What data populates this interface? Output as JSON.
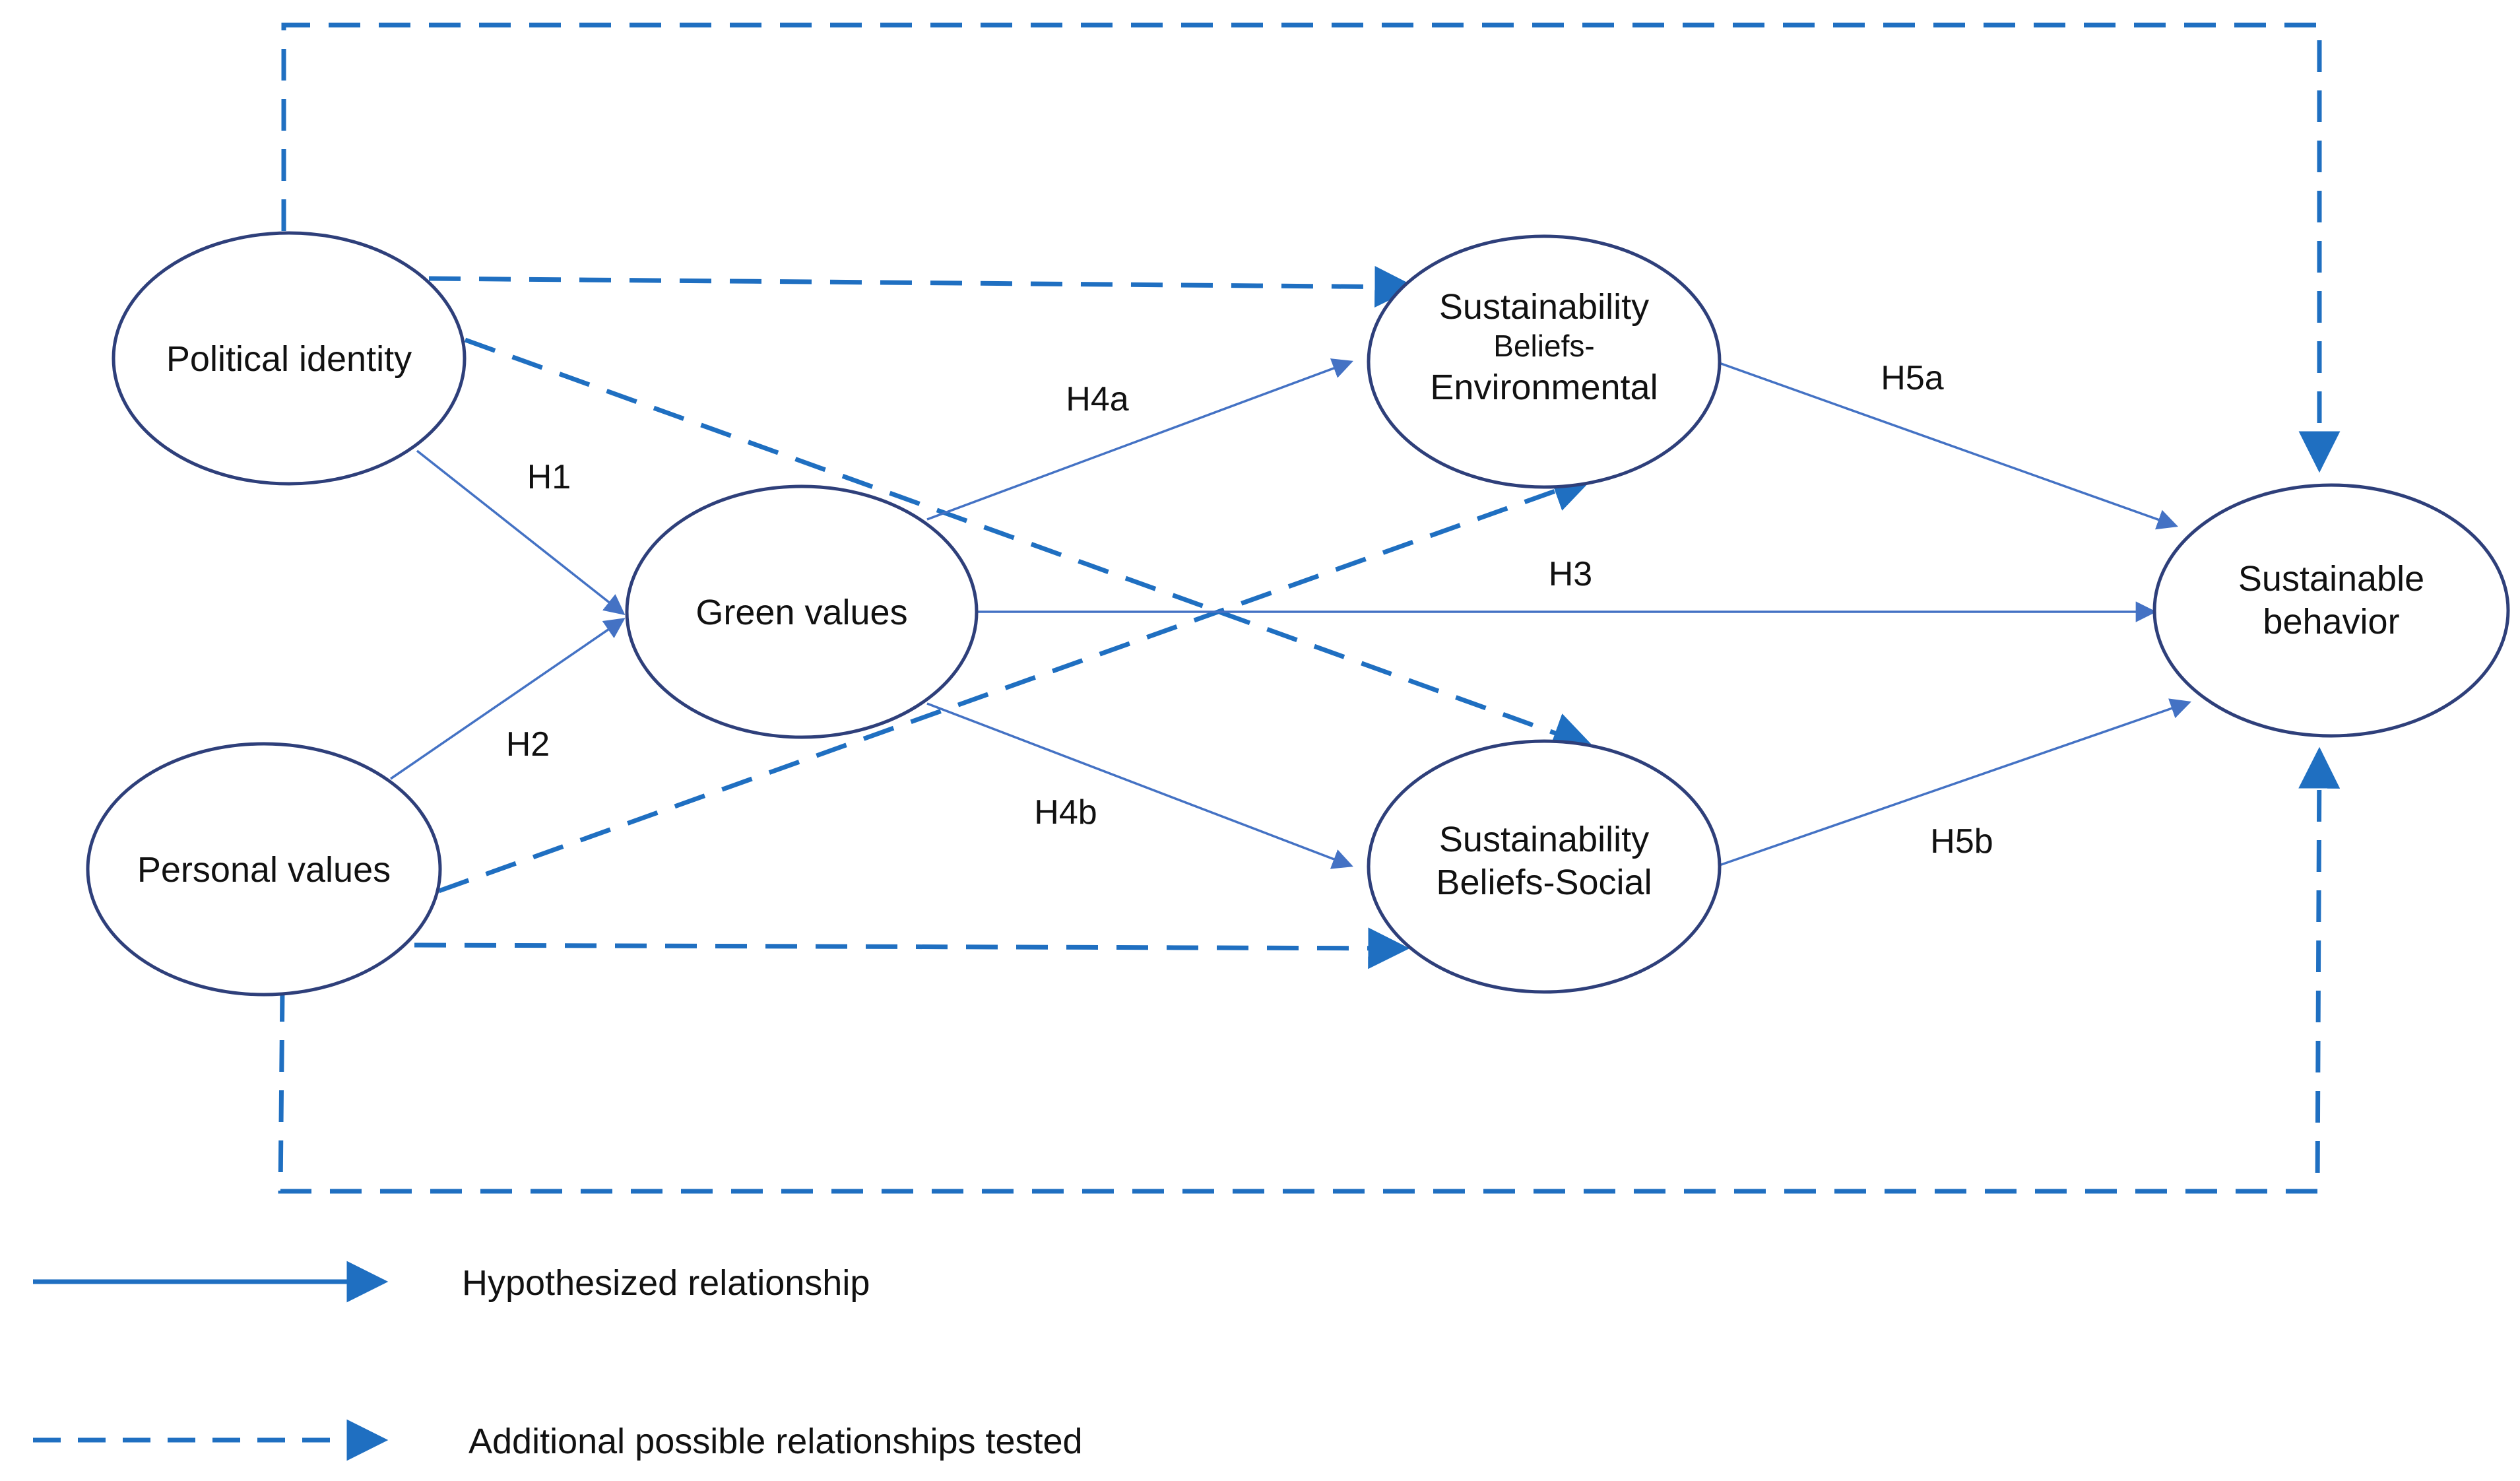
{
  "nodes": {
    "political_identity": "Political identity",
    "personal_values": "Personal values",
    "green_values": "Green values",
    "beliefs_environmental_line1": "Sustainability",
    "beliefs_environmental_line2": "Beliefs-",
    "beliefs_environmental_line3": "Environmental",
    "beliefs_social_line1": "Sustainability",
    "beliefs_social_line2": "Beliefs-Social",
    "sustainable_behavior_line1": "Sustainable",
    "sustainable_behavior_line2": "behavior"
  },
  "edges": {
    "h1": "H1",
    "h2": "H2",
    "h3": "H3",
    "h4a": "H4a",
    "h4b": "H4b",
    "h5a": "H5a",
    "h5b": "H5b"
  },
  "legend": {
    "hypothesized": "Hypothesized relationship",
    "additional": "Additional possible relationships tested"
  },
  "colors": {
    "node_stroke": "#2E3F7A",
    "solid_edge": "#4472C4",
    "dashed_edge": "#1F6FC1"
  }
}
